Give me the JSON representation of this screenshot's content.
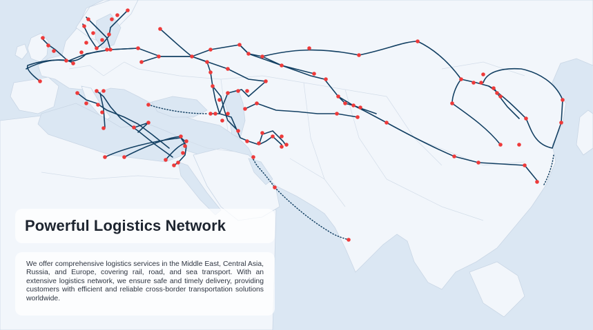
{
  "title": "Powerful Logistics Network",
  "description": "We offer comprehensive logistics services in the Middle East, Central Asia, Russia, and Europe, covering rail, road, and sea transport. With an extensive logistics network, we ensure safe and timely delivery, providing customers with efficient and reliable cross-border transportation solutions worldwide.",
  "colors": {
    "sea": "#dbe7f3",
    "land": "#f2f6fb",
    "route": "#123f62",
    "node": "#ee3a3a",
    "text": "#1e2530"
  },
  "legend_markers": {
    "route_line": "route-line",
    "sea_route": "dotted-sea-route",
    "hub": "red-dot-hub"
  }
}
